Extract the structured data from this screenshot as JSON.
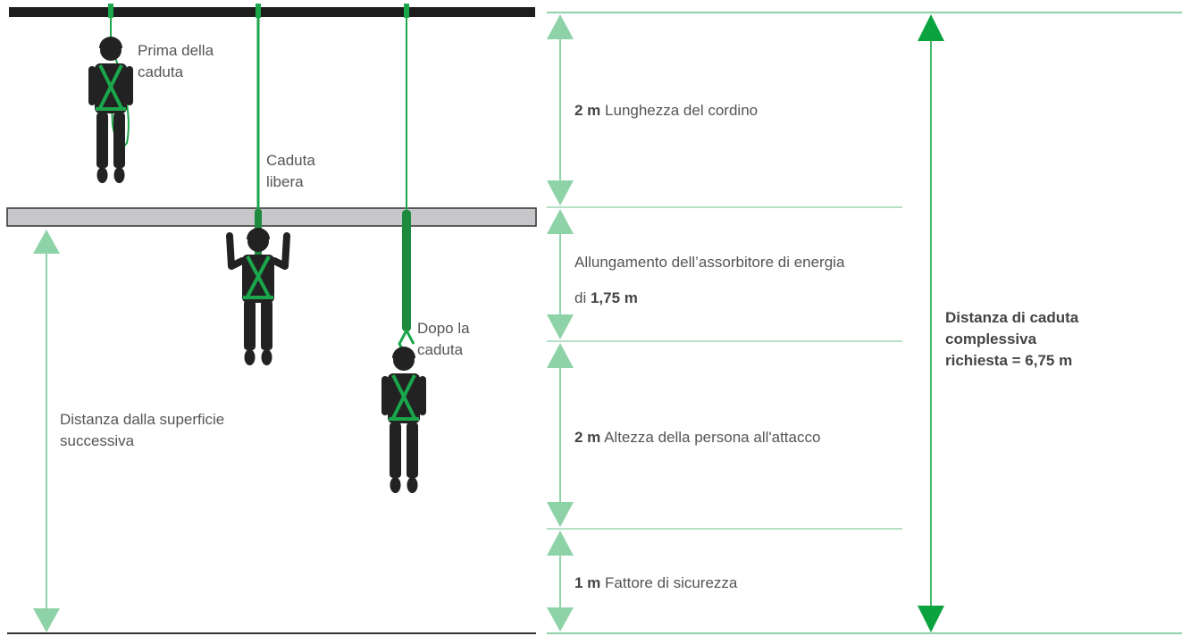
{
  "colors": {
    "ceiling": "#1e1e1e",
    "floor_fill": "#c7c7c9",
    "floor_stroke": "#333333",
    "lanyard": "#1aa64a",
    "absorber": "#1e8a3e",
    "arrow_light": "#8ed3a8",
    "arrow_dark": "#0aa33f",
    "guide_line": "#6cc38c",
    "person": "#222222",
    "harness": "#1aa64a",
    "text": "#555555"
  },
  "figure_labels": {
    "before_fall_line1": "Prima della",
    "before_fall_line2": "caduta",
    "free_fall_line1": "Caduta",
    "free_fall_line2": "libera",
    "after_fall_line1": "Dopo la",
    "after_fall_line2": "caduta",
    "distance_line1": "Distanza dalla superficie",
    "distance_line2": "successiva"
  },
  "segments": [
    {
      "value": "2 m",
      "text": "Lunghezza del cordino"
    },
    {
      "text_line1": "Allungamento dell’assorbitore di energia",
      "prefix_line2": "di",
      "value": "1,75 m"
    },
    {
      "value": "2 m",
      "text": "Altezza della persona all'attacco"
    },
    {
      "value": "1 m",
      "text": "Fattore di sicurezza"
    }
  ],
  "total": {
    "line1": "Distanza di caduta",
    "line2": "complessiva",
    "line3": "richiesta = 6,75 m"
  }
}
